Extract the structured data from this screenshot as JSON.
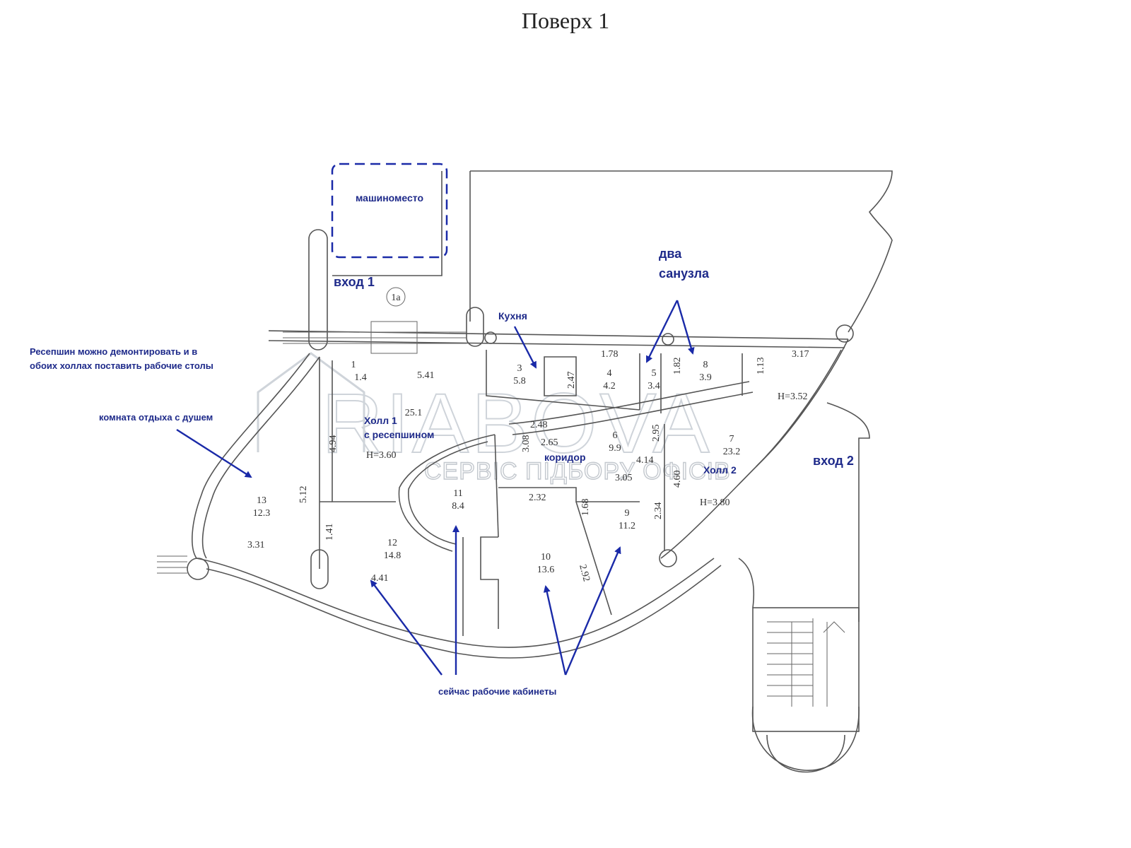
{
  "title": "Поверх 1",
  "watermark": {
    "brand": "RIABOVA",
    "tagline": "СЕРВІС ПІДБОРУ ОФІСІВ"
  },
  "annotations": {
    "parking": "машиноместо",
    "entrance1": "вход 1",
    "entrance2": "вход 2",
    "kitchen": "Кухня",
    "two_bathrooms_line1": "два",
    "two_bathrooms_line2": "санузла",
    "reception_note_line1": "Ресепшин можно демонтировать и в",
    "reception_note_line2": "обоих холлах поставить рабочие столы",
    "rest_room": "комната отдыха с душем",
    "hall1_line1": "Холл 1",
    "hall1_line2": "с ресепшином",
    "corridor": "коридор",
    "hall2": "Холл 2",
    "offices": "сейчас рабочие кабинеты"
  },
  "rooms": {
    "r1a": "1а",
    "r1_num": "1",
    "r1_area": "1.4",
    "r2_area": "25.1",
    "r3_num": "3",
    "r3_area": "5.8",
    "r4_num": "4",
    "r4_area": "4.2",
    "r5_num": "5",
    "r5_area": "3.4",
    "r6_num": "6",
    "r6_area": "9.9",
    "r7_num": "7",
    "r7_area": "23.2",
    "r8_num": "8",
    "r8_area": "3.9",
    "r9_num": "9",
    "r9_area": "11.2",
    "r10_num": "10",
    "r10_area": "13.6",
    "r11_num": "11",
    "r11_area": "8.4",
    "r12_num": "12",
    "r12_area": "14.8",
    "r13_num": "13",
    "r13_area": "12.3"
  },
  "dimensions": {
    "d541": "5.41",
    "d494": "4.94",
    "d512": "5.12",
    "d141": "1.41",
    "d331": "3.31",
    "d441": "4.41",
    "d178": "1.78",
    "d247": "2.47",
    "d182": "1.82",
    "d113": "1.13",
    "d317": "3.17",
    "d248": "2.48",
    "d265": "2.65",
    "d295": "2.95",
    "d232": "2.32",
    "d168": "1.68",
    "d292": "2.92",
    "d234": "2.34",
    "d460": "4.60",
    "d308": "3.08",
    "d305": "3.05",
    "d414": "4.14",
    "h_hall1": "H=3.60",
    "h_r7": "H=3.52",
    "h_hall2": "H=3.80"
  },
  "colors": {
    "annotation_blue": "#1e2a8a",
    "arrow_blue": "#1a2aa8",
    "wall": "#555555",
    "watermark": "#cfd4da"
  }
}
